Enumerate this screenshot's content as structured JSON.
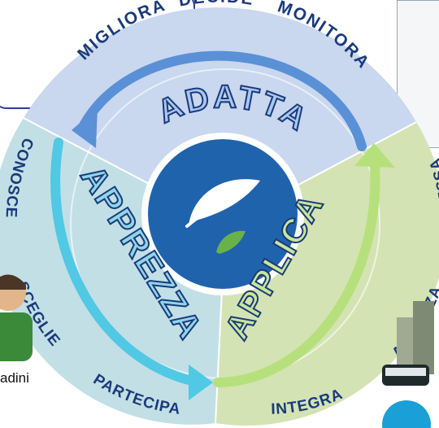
{
  "diagram": {
    "center_label": "leaf-logo",
    "sectors": [
      {
        "name": "ADATTA",
        "color": "#c9d7ef",
        "verbs": [
          "MIGLIORA",
          "DECIDE",
          "MONITORA"
        ]
      },
      {
        "name": "APPREZZA",
        "color": "#c2dfe6",
        "verbs": [
          "CONOSCE",
          "SCEGLIE",
          "PARTECIPA"
        ]
      },
      {
        "name": "APPLICA",
        "color": "#d4e3b3",
        "verbs": [
          "PROCESSA",
          "ANALIZZA",
          "INTEGRA"
        ]
      }
    ],
    "colors": {
      "ring_border": "#0d4f8c",
      "center_bg": "#1f63ad",
      "text_dark": "#1a3a7a",
      "arrow_blue": "#5a90d6",
      "arrow_teal": "#51c8e4",
      "arrow_green": "#b6e07c"
    }
  },
  "caption": "adini"
}
